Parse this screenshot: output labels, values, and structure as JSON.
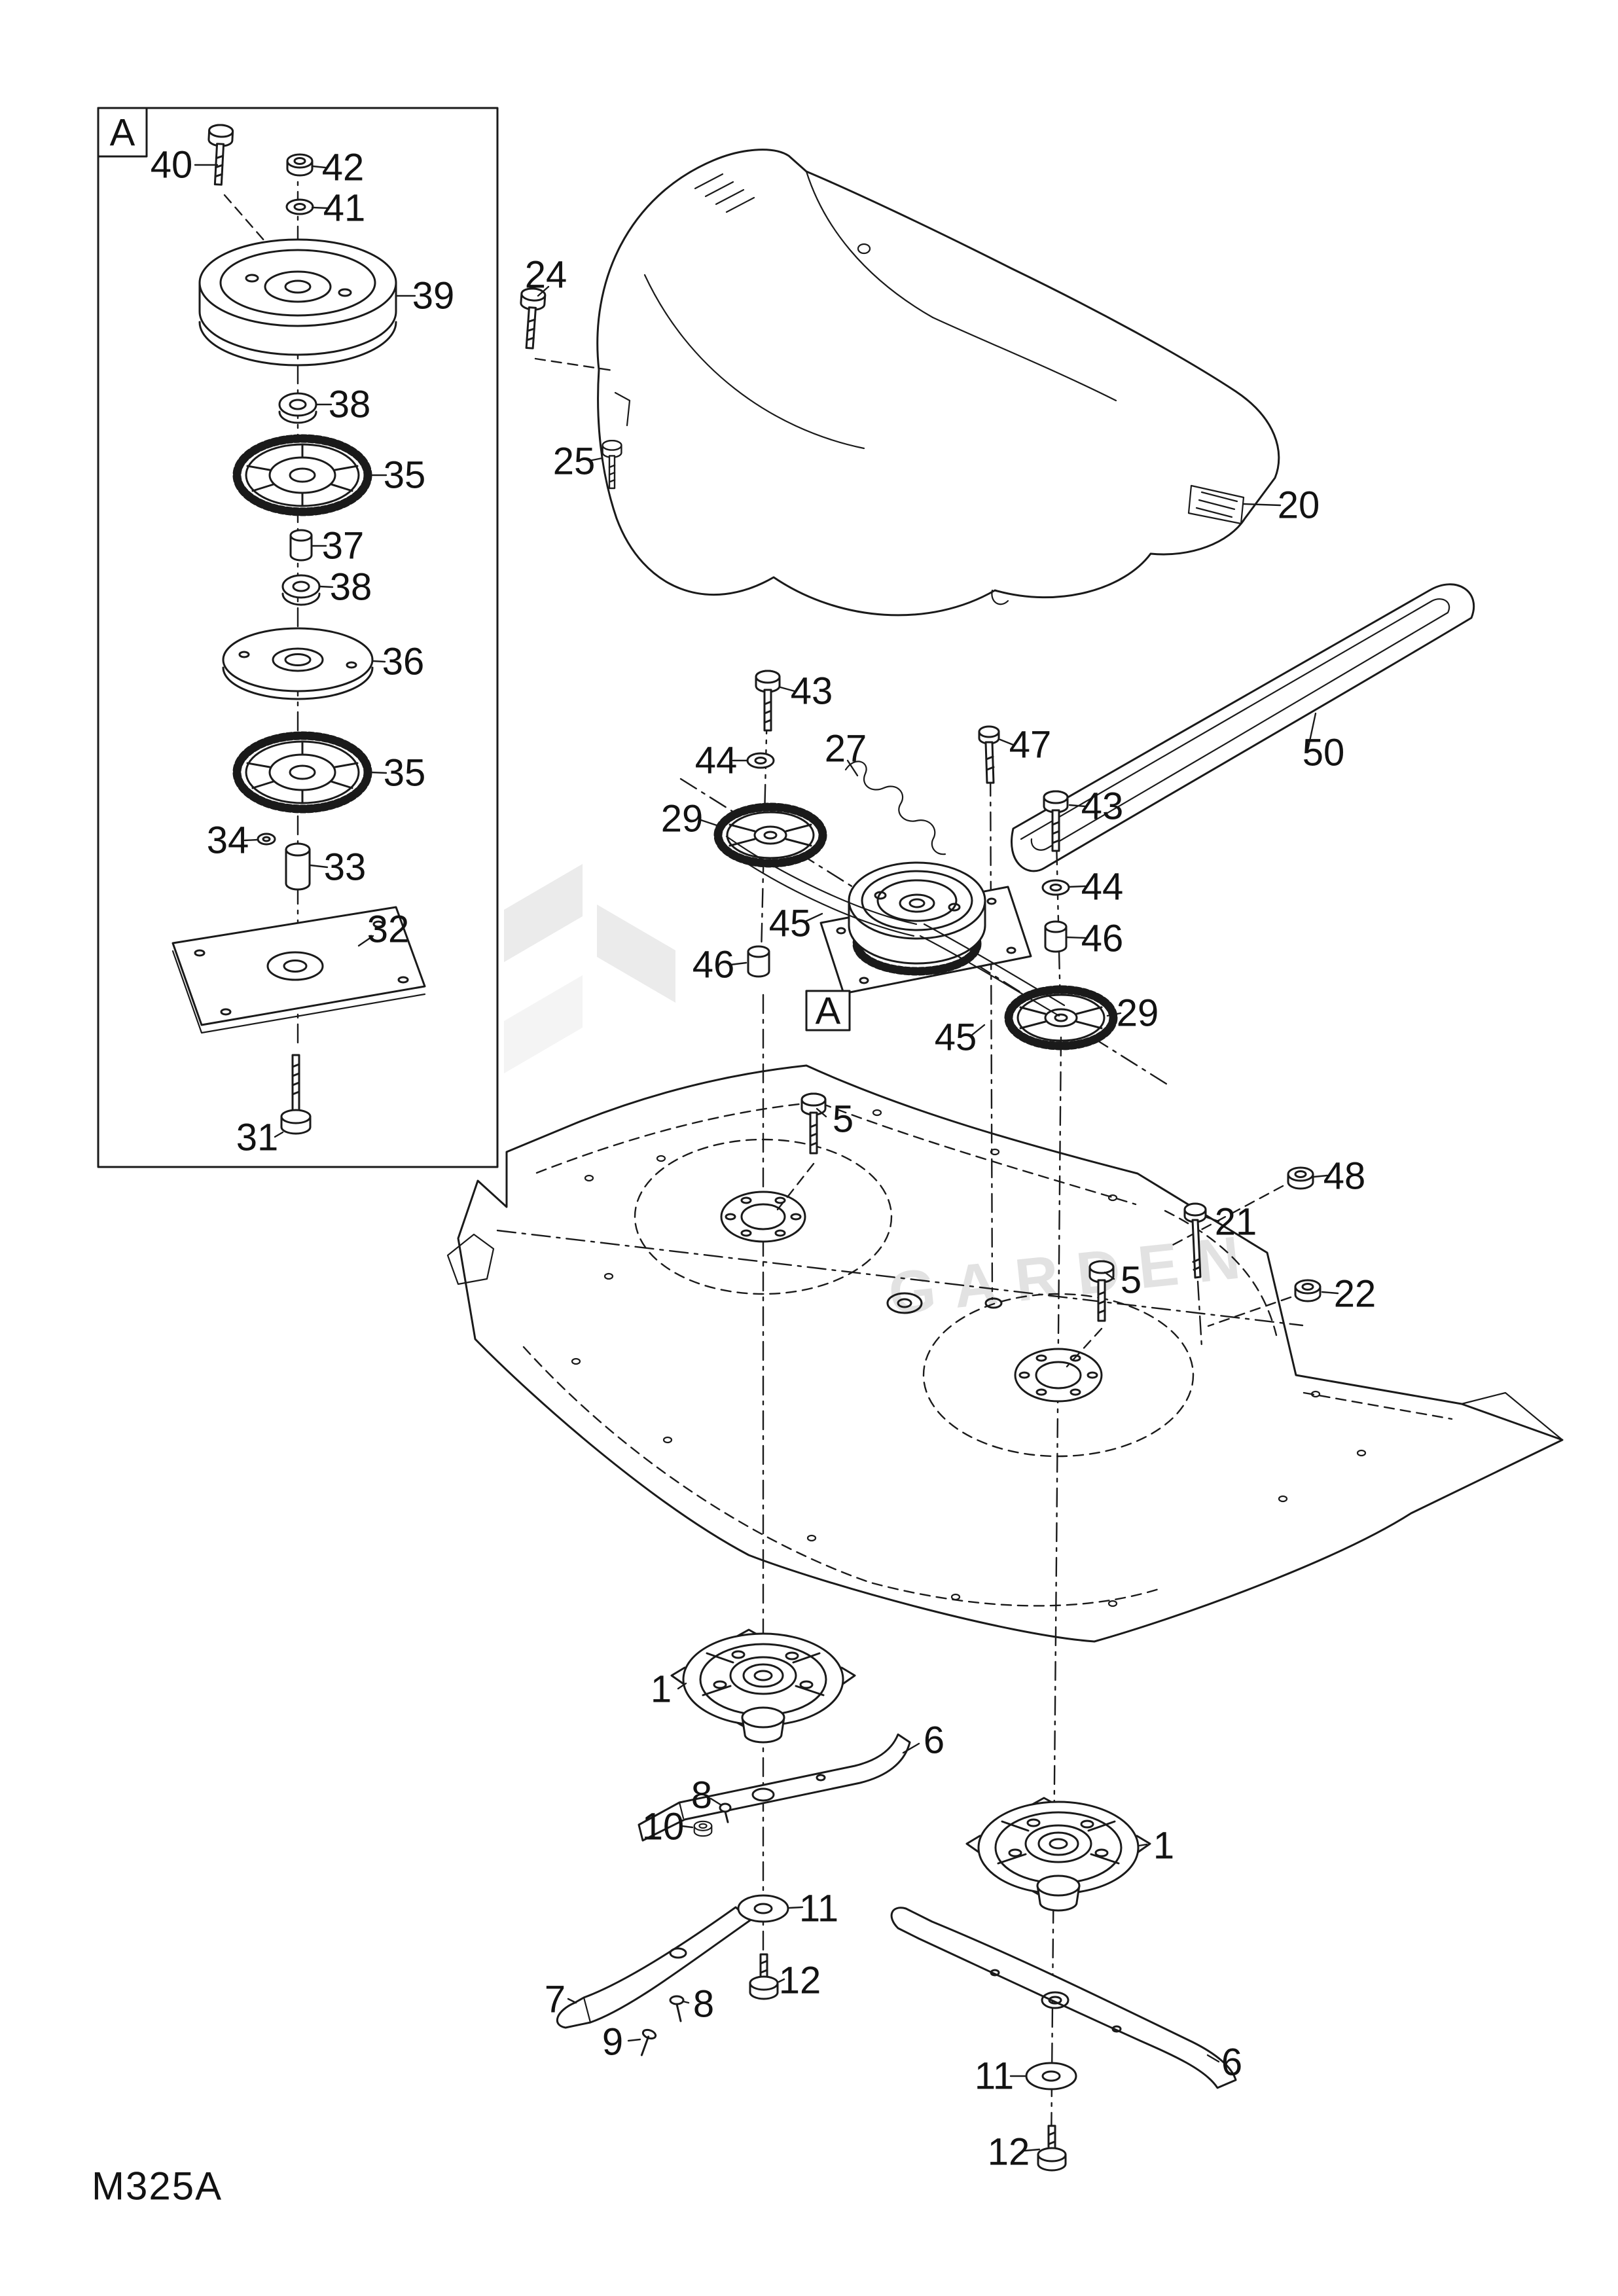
{
  "footer": {
    "code": "M325A"
  },
  "detail": {
    "label": "A"
  },
  "watermark": {
    "text": "GARDEN"
  },
  "callouts": {
    "n1": "1",
    "n5": "5",
    "n6": "6",
    "n7": "7",
    "n8": "8",
    "n9": "9",
    "n10": "10",
    "n11": "11",
    "n12": "12",
    "n20": "20",
    "n21": "21",
    "n22": "22",
    "n24": "24",
    "n25": "25",
    "n27": "27",
    "n29": "29",
    "n31": "31",
    "n32": "32",
    "n33": "33",
    "n34": "34",
    "n35": "35",
    "n36": "36",
    "n37": "37",
    "n38": "38",
    "n39": "39",
    "n40": "40",
    "n41": "41",
    "n42": "42",
    "n43": "43",
    "n44": "44",
    "n45": "45",
    "n46": "46",
    "n47": "47",
    "n48": "48",
    "n50": "50"
  }
}
